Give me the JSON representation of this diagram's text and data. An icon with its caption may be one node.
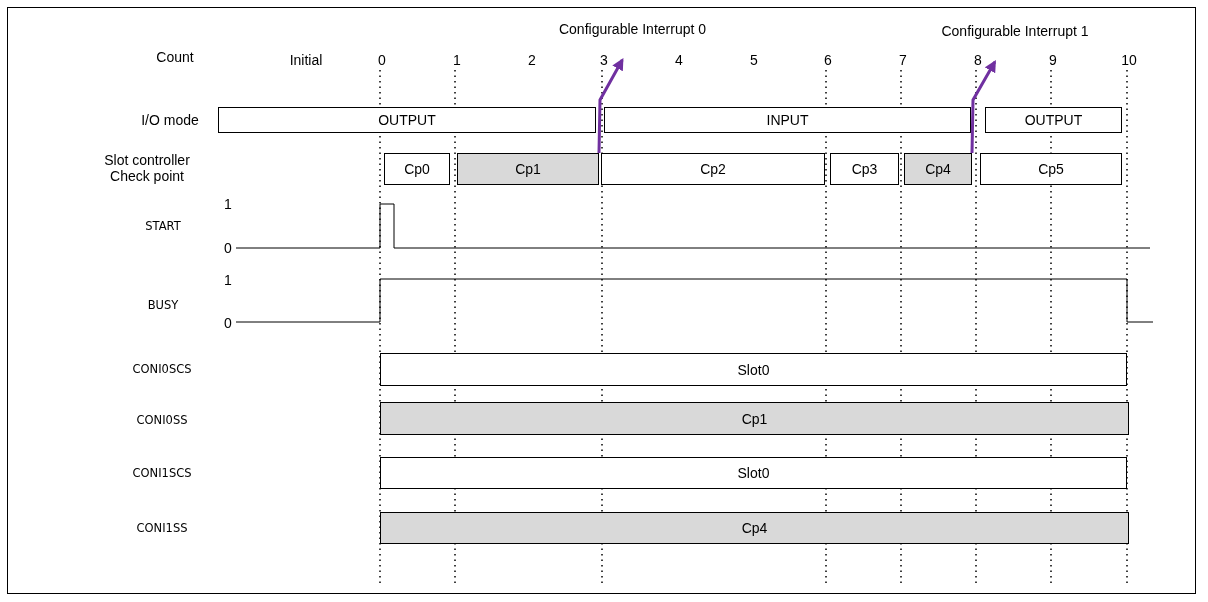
{
  "diagram": {
    "nodes": [
      {
        "text": [
          "Configurable Interrupt 0"
        ]
      },
      {
        "text": [
          "Configurable Interrupt 1"
        ]
      },
      {
        "text": [
          "OUTPUT"
        ]
      },
      {
        "text": [
          "INPUT"
        ]
      },
      {
        "text": [
          "OUTPUT"
        ]
      },
      {
        "text": [
          "Cp0"
        ]
      },
      {
        "text": [
          "Cp1"
        ]
      },
      {
        "text": [
          "Cp2"
        ]
      },
      {
        "text": [
          "Cp3"
        ]
      },
      {
        "text": [
          "Cp4"
        ]
      },
      {
        "text": [
          "Cp5"
        ]
      },
      {
        "text": [
          "Slot0"
        ]
      },
      {
        "text": [
          "Cp1"
        ]
      },
      {
        "text": [
          "Slot0"
        ]
      },
      {
        "text": [
          "Cp4"
        ]
      }
    ],
    "edges": [
      {
        "from": 6,
        "to": 0,
        "arrow": "to"
      },
      {
        "from": 9,
        "to": 1,
        "arrow": "to"
      }
    ],
    "labels": [
      "Count",
      "Initial",
      "0",
      "1",
      "2",
      "3",
      "4",
      "5",
      "6",
      "7",
      "8",
      "9",
      "10",
      "I/O mode",
      "Slot controller Check point",
      "1",
      "START",
      "0",
      "1",
      "BUSY",
      "0",
      "CONI0SCS",
      "CONI0SS",
      "CONI1SCS",
      "CONI1SS"
    ]
  }
}
